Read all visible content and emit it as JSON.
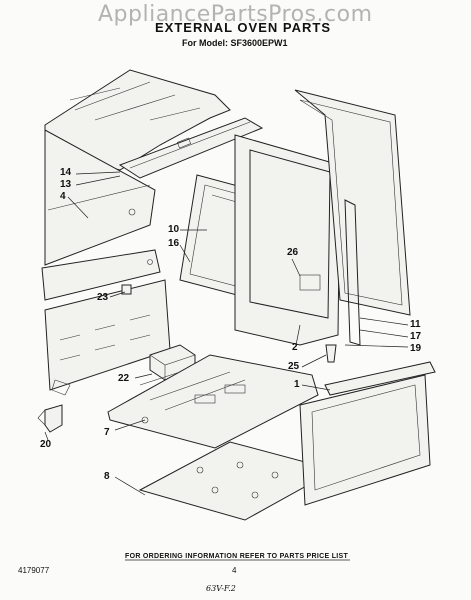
{
  "watermark": "AppliancePartsPros.com",
  "title": "EXTERNAL OVEN PARTS",
  "subtitle": "For Model: SF3600EPW1",
  "callouts": {
    "c14": "14",
    "c13": "13",
    "c4": "4",
    "c10": "10",
    "c16": "16",
    "c26": "26",
    "c23": "23",
    "c2": "2",
    "c11": "11",
    "c17": "17",
    "c19": "19",
    "c25": "25",
    "c1": "1",
    "c22": "22",
    "c7": "7",
    "c8": "8",
    "c20": "20"
  },
  "footer": {
    "ordering_info": "FOR ORDERING INFORMATION REFER TO PARTS PRICE LIST",
    "doc_number": "4179077",
    "page_number": "4",
    "handwritten_note": "63V-F.2"
  }
}
